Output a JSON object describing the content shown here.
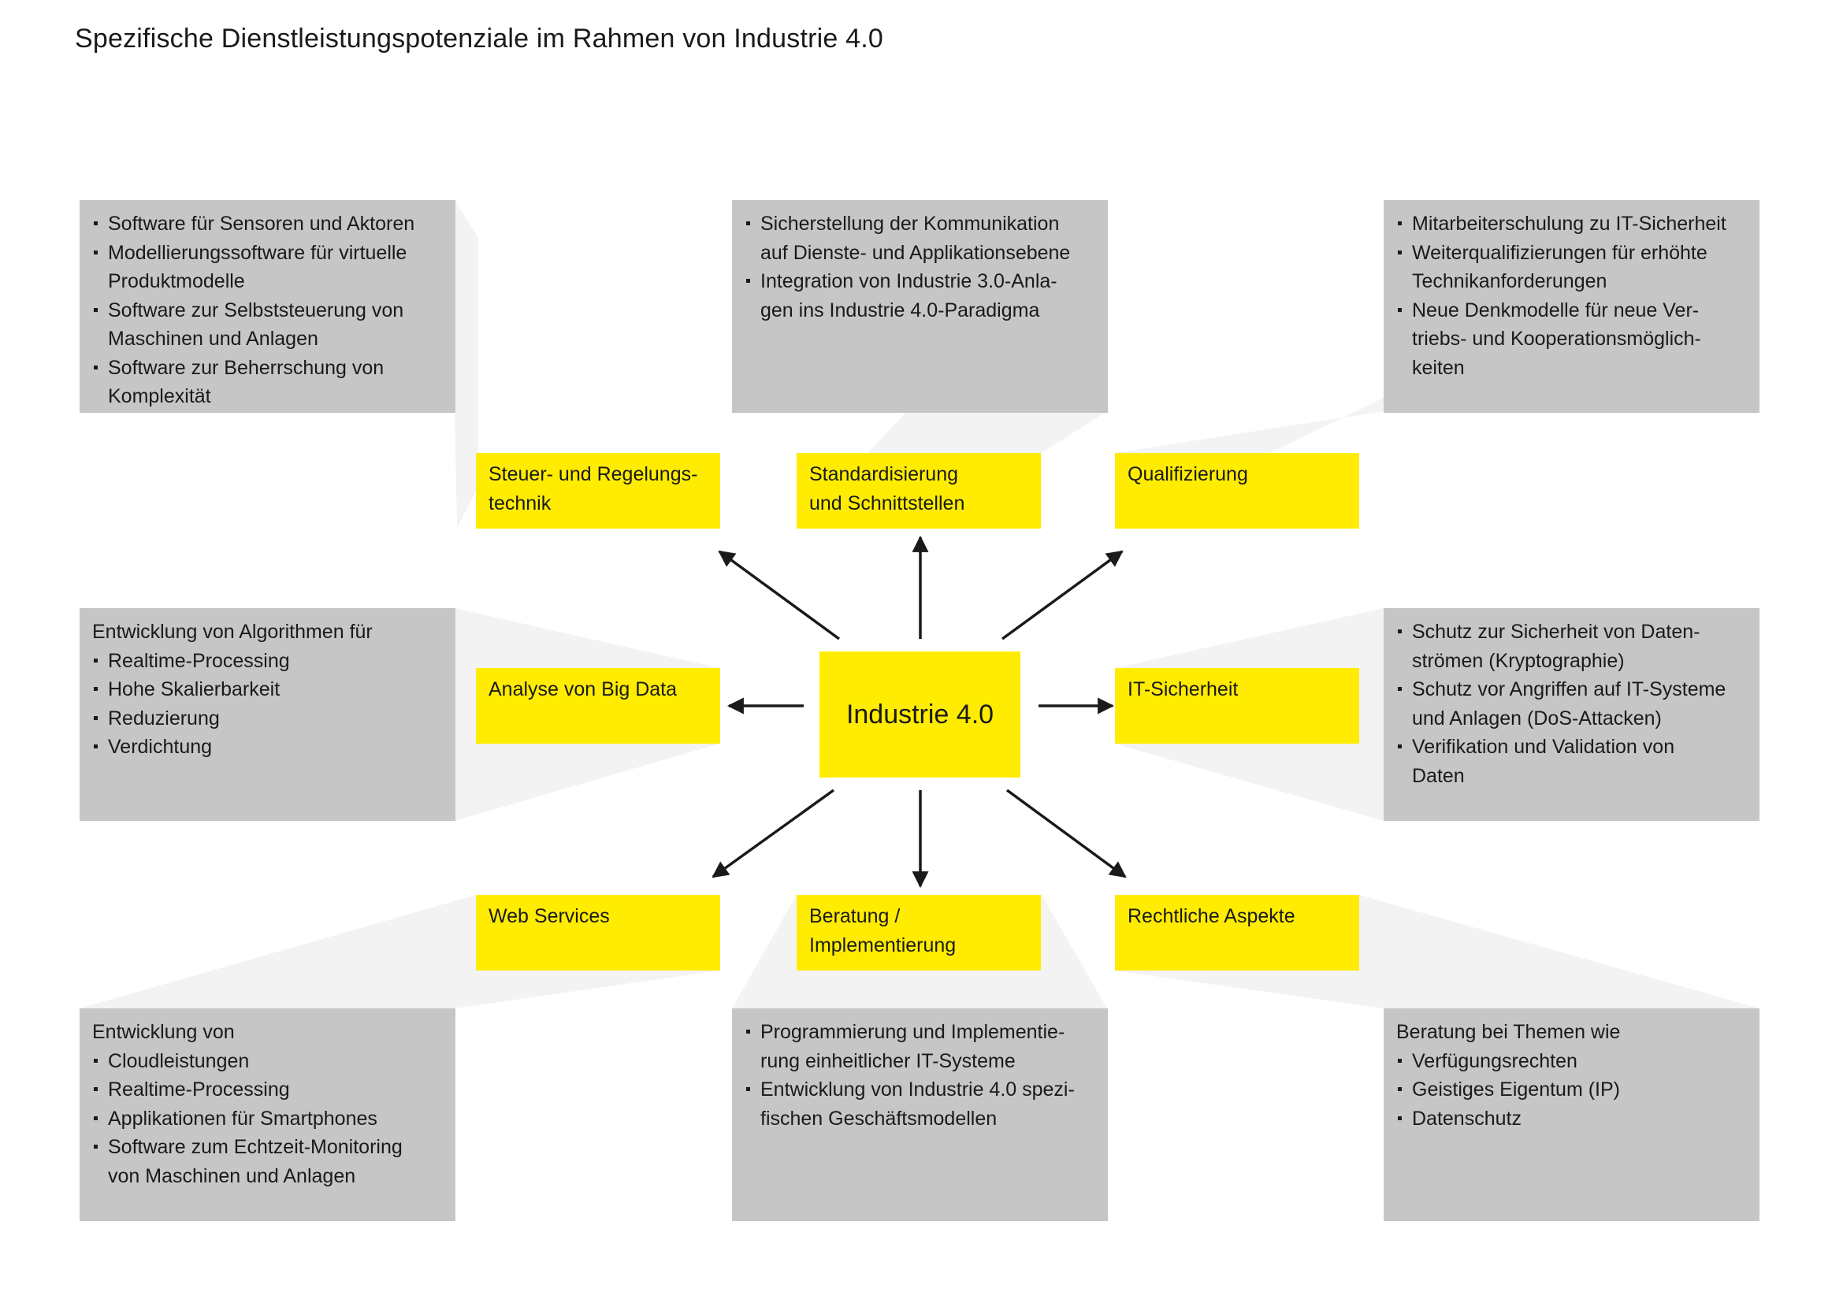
{
  "title": "Spezifische Dienstleistungspotenziale im Rahmen von Industrie 4.0",
  "center": "Industrie 4.0",
  "colors": {
    "yellow": "#ffec00",
    "box_gray": "#c6c6c6",
    "beam_gray": "#f3f3f3",
    "arrow": "#1a1a1a"
  },
  "items": [
    {
      "id": "steuer",
      "label": [
        "Steuer- und Regelungs-",
        "technik"
      ],
      "box": {
        "bullets": [
          [
            "Software für Sensoren und Aktoren"
          ],
          [
            "Modellierungssoftware für virtuelle",
            "Produktmodelle"
          ],
          [
            "Software zur Selbststeuerung von",
            "Maschinen und Anlagen"
          ],
          [
            "Software zur Beherrschung von",
            "Komplexität"
          ]
        ]
      }
    },
    {
      "id": "standard",
      "label": [
        "Standardisierung",
        "und Schnittstellen"
      ],
      "box": {
        "bullets": [
          [
            "Sicherstellung der Kommunikation",
            "auf Dienste- und Applikationsebene"
          ],
          [
            "Integration von Industrie 3.0-Anla-",
            "gen ins Industrie 4.0-Paradigma"
          ]
        ]
      }
    },
    {
      "id": "quali",
      "label": [
        "Qualifizierung"
      ],
      "box": {
        "bullets": [
          [
            "Mitarbeiterschulung zu IT-Sicherheit"
          ],
          [
            "Weiterqualifizierungen für erhöhte",
            "Technikanforderungen"
          ],
          [
            "Neue Denkmodelle für neue Ver-",
            "triebs- und Kooperationsmöglich-",
            "keiten"
          ]
        ]
      }
    },
    {
      "id": "bigdata",
      "label": [
        "Analyse von Big Data"
      ],
      "box": {
        "intro": "Entwicklung von Algorithmen für",
        "bullets": [
          [
            "Realtime-Processing"
          ],
          [
            "Hohe Skalierbarkeit"
          ],
          [
            "Reduzierung"
          ],
          [
            "Verdichtung"
          ]
        ]
      }
    },
    {
      "id": "itsec",
      "label": [
        "IT-Sicherheit"
      ],
      "box": {
        "bullets": [
          [
            "Schutz zur Sicherheit von Daten-",
            "strömen (Kryptographie)"
          ],
          [
            "Schutz vor Angriffen auf IT-Systeme",
            "und Anlagen (DoS-Attacken)"
          ],
          [
            "Verifikation und Validation von",
            "Daten"
          ]
        ]
      }
    },
    {
      "id": "web",
      "label": [
        "Web Services"
      ],
      "box": {
        "intro": "Entwicklung von",
        "bullets": [
          [
            "Cloudleistungen"
          ],
          [
            "Realtime-Processing"
          ],
          [
            "Applikationen für Smartphones"
          ],
          [
            "Software zum Echtzeit-Monitoring",
            "von Maschinen und Anlagen"
          ]
        ]
      }
    },
    {
      "id": "beratung",
      "label": [
        "Beratung /",
        "Implementierung"
      ],
      "box": {
        "bullets": [
          [
            "Programmierung und Implementie-",
            "rung einheitlicher IT-Systeme"
          ],
          [
            "Entwicklung von Industrie 4.0 spezi-",
            "fischen Geschäftsmodellen"
          ]
        ]
      }
    },
    {
      "id": "recht",
      "label": [
        "Rechtliche Aspekte"
      ],
      "box": {
        "intro": "Beratung bei Themen wie",
        "bullets": [
          [
            "Verfügungsrechten"
          ],
          [
            "Geistiges Eigentum (IP)"
          ],
          [
            "Datenschutz"
          ]
        ]
      }
    }
  ]
}
